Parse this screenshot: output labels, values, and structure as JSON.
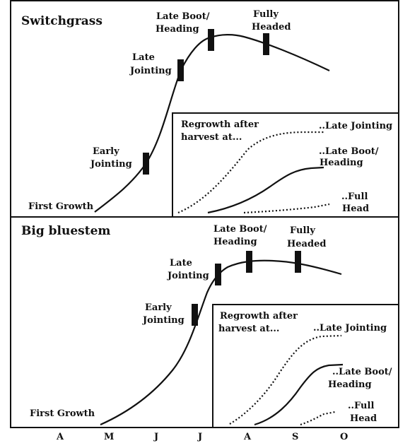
{
  "panels": [
    {
      "title": "Switchgrass",
      "first_growth": "First Growth",
      "stages": {
        "early_jointing": [
          "Early",
          "Jointing"
        ],
        "late_jointing": [
          "Late",
          "Jointing"
        ],
        "late_boot": [
          "Late Boot/",
          "Heading"
        ],
        "fully_headed": [
          "Fully",
          "Headed"
        ]
      },
      "inset": {
        "heading": [
          "Regrowth after",
          "harvest at..."
        ],
        "late_jointing": "..Late Jointing",
        "late_boot": [
          "..Late Boot/",
          "Heading"
        ],
        "full_head": [
          "..Full",
          "Head"
        ]
      }
    },
    {
      "title": "Big bluestem",
      "first_growth": "First Growth",
      "stages": {
        "early_jointing": [
          "Early",
          "Jointing"
        ],
        "late_jointing": [
          "Late",
          "Jointing"
        ],
        "late_boot": [
          "Late Boot/",
          "Heading"
        ],
        "fully_headed": [
          "Fully",
          "Headed"
        ]
      },
      "inset": {
        "heading": [
          "Regrowth after",
          "harvest at..."
        ],
        "late_jointing": "..Late Jointing",
        "late_boot": [
          "..Late Boot/",
          "Heading"
        ],
        "full_head": [
          "..Full",
          "Head"
        ]
      }
    }
  ],
  "months": [
    "A",
    "M",
    "J",
    "J",
    "A",
    "S",
    "O"
  ]
}
